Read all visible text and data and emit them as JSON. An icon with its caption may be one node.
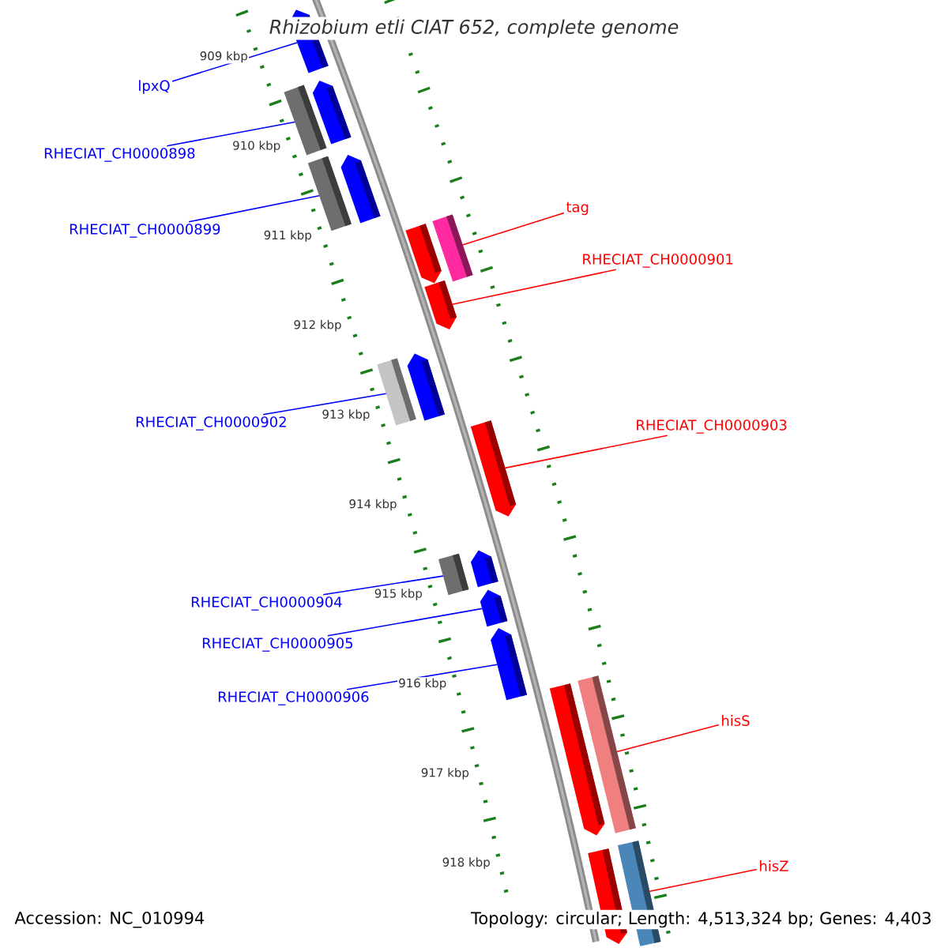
{
  "diagram": {
    "title": "Rhizobium etli CIAT 652, complete genome",
    "nodes": [
      {
        "text": [
          "lpxQ"
        ]
      },
      {
        "text": [
          "RHECIAT_CH0000898"
        ]
      },
      {
        "text": [
          "RHECIAT_CH0000899"
        ]
      },
      {
        "text": [
          "tag"
        ]
      },
      {
        "text": [
          "RHECIAT_CH0000901"
        ]
      },
      {
        "text": [
          "RHECIAT_CH0000902"
        ]
      },
      {
        "text": [
          "RHECIAT_CH0000903"
        ]
      },
      {
        "text": [
          "RHECIAT_CH0000904"
        ]
      },
      {
        "text": [
          "RHECIAT_CH0000905"
        ]
      },
      {
        "text": [
          "RHECIAT_CH0000906"
        ]
      },
      {
        "text": [
          "hisS"
        ]
      },
      {
        "text": [
          "hisZ"
        ]
      },
      {
        "text": [],
        "shape": "pentagon"
      },
      {
        "text": [],
        "shape": "pentagon"
      },
      {
        "text": [],
        "shape": "bar"
      },
      {
        "text": [],
        "shape": "pentagon"
      },
      {
        "text": [],
        "shape": "bar"
      },
      {
        "text": [],
        "shape": "bar"
      },
      {
        "text": [],
        "shape": "pentagon"
      },
      {
        "text": [],
        "shape": "pentagon"
      },
      {
        "text": [],
        "shape": "pentagon"
      },
      {
        "text": [],
        "shape": "bar"
      },
      {
        "text": [],
        "shape": "pentagon"
      },
      {
        "text": [],
        "shape": "bar"
      },
      {
        "text": [],
        "shape": "pentagon"
      },
      {
        "text": [],
        "shape": "pentagon"
      },
      {
        "text": [],
        "shape": "pentagon"
      },
      {
        "text": [],
        "shape": "bar"
      },
      {
        "text": [],
        "shape": "pentagon"
      },
      {
        "text": [],
        "shape": "bar"
      },
      {
        "text": [],
        "shape": "pentagon"
      }
    ],
    "edges": [
      {
        "from": 0,
        "to": 12,
        "arrow": "none"
      },
      {
        "from": 1,
        "to": 14,
        "arrow": "none"
      },
      {
        "from": 2,
        "to": 16,
        "arrow": "none"
      },
      {
        "from": 3,
        "to": 17,
        "arrow": "none",
        "color": "#ff0000"
      },
      {
        "from": 4,
        "to": 19,
        "arrow": "none",
        "color": "#ff0000"
      },
      {
        "from": 5,
        "to": 21,
        "arrow": "none"
      },
      {
        "from": 6,
        "to": 22,
        "arrow": "none",
        "color": "#ff0000"
      },
      {
        "from": 7,
        "to": 23,
        "arrow": "none"
      },
      {
        "from": 8,
        "to": 25,
        "arrow": "none"
      },
      {
        "from": 9,
        "to": 26,
        "arrow": "none"
      },
      {
        "from": 10,
        "to": 27,
        "arrow": "none",
        "color": "#ff0000"
      },
      {
        "from": 11,
        "to": 29,
        "arrow": "none",
        "color": "#ff0000"
      }
    ],
    "labels": [
      "909 kbp",
      "910 kbp",
      "911 kbp",
      "912 kbp",
      "913 kbp",
      "914 kbp",
      "915 kbp",
      "916 kbp",
      "917 kbp",
      "918 kbp",
      "Accession: NC_010994",
      "Topology: circular; Length: 4,513,324 bp; Genes: 4,403"
    ]
  }
}
